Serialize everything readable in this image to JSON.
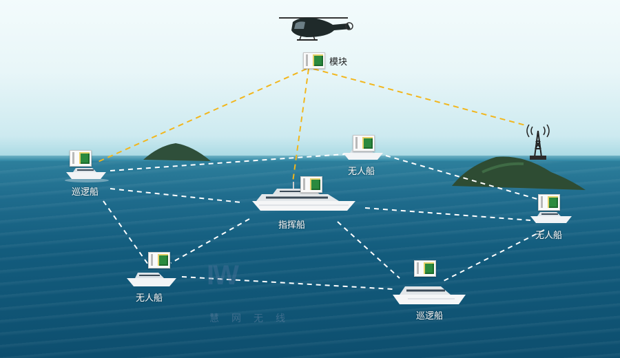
{
  "nodes": {
    "module_top": {
      "label": "模块"
    },
    "patrol_left": {
      "label": "巡逻船"
    },
    "unmanned_top": {
      "label": "无人船"
    },
    "command": {
      "label": "指挥船"
    },
    "unmanned_right": {
      "label": "无人船"
    },
    "unmanned_bottom_left": {
      "label": "无人船"
    },
    "patrol_bottom": {
      "label": "巡逻船"
    }
  },
  "watermark": {
    "logo": "IW",
    "text": "慧网无线"
  },
  "colors": {
    "air_link": "#f2b61c",
    "sea_link": "#ffffff"
  },
  "icons": [
    "helicopter-icon",
    "module-icon",
    "boat-icon",
    "yacht-icon",
    "radio-tower-icon",
    "island-icon"
  ]
}
